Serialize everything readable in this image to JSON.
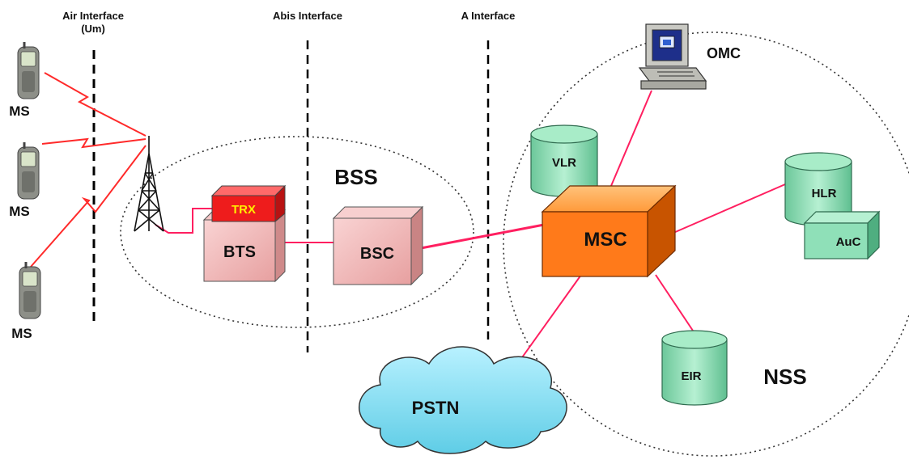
{
  "interfaces": {
    "air": "Air Interface",
    "air_sub": "(Um)",
    "abis": "Abis Interface",
    "a": "A Interface"
  },
  "mobile_stations": [
    "MS",
    "MS",
    "MS"
  ],
  "bss": {
    "label": "BSS",
    "trx": "TRX",
    "bts": "BTS",
    "bsc": "BSC"
  },
  "nss": {
    "label": "NSS",
    "msc": "MSC",
    "vlr": "VLR",
    "hlr": "HLR",
    "auc": "AuC",
    "eir": "EIR",
    "omc": "OMC"
  },
  "pstn": "PSTN",
  "colors": {
    "link": "#ff1f60",
    "radio": "#ff2a2a",
    "bts_box": "#f2b3b3",
    "trx_box": "#ee1c1c",
    "trx_text": "#ffee00",
    "msc_box": "#ff7a1a",
    "db": "#8fe0b8",
    "cloud": "#7fdcf0"
  }
}
